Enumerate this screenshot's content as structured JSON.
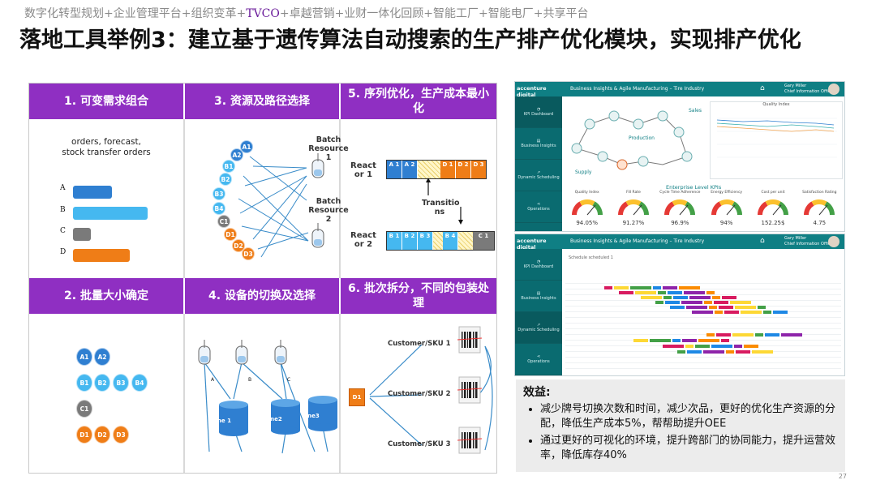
{
  "breadcrumb": {
    "pre": "数字化转型规划+企业管理平台+组织变革+",
    "highlight": "TVCO",
    "post": "+卓越营销+业财一体化回顾+智能工厂+智能电厂+共享平台"
  },
  "title": "落地工具举例3：建立基于遗传算法自动搜索的生产排产优化模块，实现排产优化",
  "cells": {
    "c1": {
      "header": "1. 可变需求组合",
      "text": "orders, forecast, stock transfer orders",
      "letters": [
        "A",
        "B",
        "C",
        "D"
      ]
    },
    "c2": {
      "header": "3. 资源及路径选择",
      "resource1": "Batch Resource 1",
      "resource2": "Batch Resource 2",
      "nodes": [
        "A1",
        "A2",
        "B1",
        "B2",
        "B3",
        "B4",
        "C1",
        "D1",
        "D2",
        "D3"
      ]
    },
    "c3": {
      "header": "5. 序列优化，生产成本最小化",
      "react1": "React or 1",
      "react2": "React or 2",
      "transition": "Transitio ns",
      "seq1": [
        "A 1",
        "A 2",
        "",
        "D 1",
        "D 2",
        "D 3"
      ],
      "seq2": [
        "B 1",
        "B 2",
        "B 3",
        "",
        "B 4",
        "",
        "C 1"
      ]
    },
    "c4": {
      "header": "2. 批量大小确定",
      "bubbles": [
        "A1",
        "A2",
        "B1",
        "B2",
        "B3",
        "B4",
        "C1",
        "D1",
        "D2",
        "D3"
      ]
    },
    "c5": {
      "header": "4. 设备的切换及选择",
      "tanks": [
        "A",
        "B",
        "C"
      ],
      "lines": [
        "Line 1",
        "Line2",
        "Line3"
      ]
    },
    "c6": {
      "header": "6. 批次拆分，不同的包装处理",
      "customers": [
        "Customer/SKU 1",
        "Customer/SKU 2",
        "Customer/SKU 3"
      ],
      "source": "D1"
    }
  },
  "dash1": {
    "logo": "accenture digital",
    "app_title": "Business Insights & Agile Manufacturing – Tire Industry",
    "user_name": "Gary Miller",
    "user_role": "Chief Information Officer",
    "nav": [
      "KPI Dashboard",
      "Business Insights",
      "Dynamic Scheduling",
      "Operations"
    ],
    "flow_labels": [
      "Production",
      "Supply",
      "Sales"
    ],
    "chart_title": "Quality Index",
    "kpi_title": "Enterprise Level KPIs",
    "kpis": [
      {
        "name": "Quality Index",
        "value": "94.05%"
      },
      {
        "name": "Fill Rate",
        "value": "91.27%"
      },
      {
        "name": "Cycle Time Adherence",
        "value": "96.9%"
      },
      {
        "name": "Energy Efficiency",
        "value": "94%"
      },
      {
        "name": "Cost per unit",
        "value": "152.25$"
      },
      {
        "name": "Satisfaction Rating",
        "value": "4.75"
      }
    ]
  },
  "dash2": {
    "logo": "accenture digital",
    "app_title": "Business Insights & Agile Manufacturing – Tire Industry",
    "user_name": "Gary Miller",
    "user_role": "Chief Information Officer",
    "nav": [
      "KPI Dashboard",
      "Business Insights",
      "Dynamic Scheduling",
      "Operations"
    ],
    "schedule_label": "Schedule scheduled 1"
  },
  "benefit": {
    "title": "效益:",
    "items": [
      "减少牌号切换次数和时间，减少次品，更好的优化生产资源的分配，降低生产成本5%，帮帮助提升OEE",
      "通过更好的可视化的环境，提升跨部门的协同能力，提升运营效率，降低库存40%"
    ]
  },
  "page_number": "27",
  "colors": {
    "purple": "#8f2fc2",
    "blue": "#2f7fd1",
    "lightblue": "#45b8f0",
    "gray": "#7a7a7a",
    "orange": "#ef7d17",
    "teal": "#0f7f84"
  }
}
